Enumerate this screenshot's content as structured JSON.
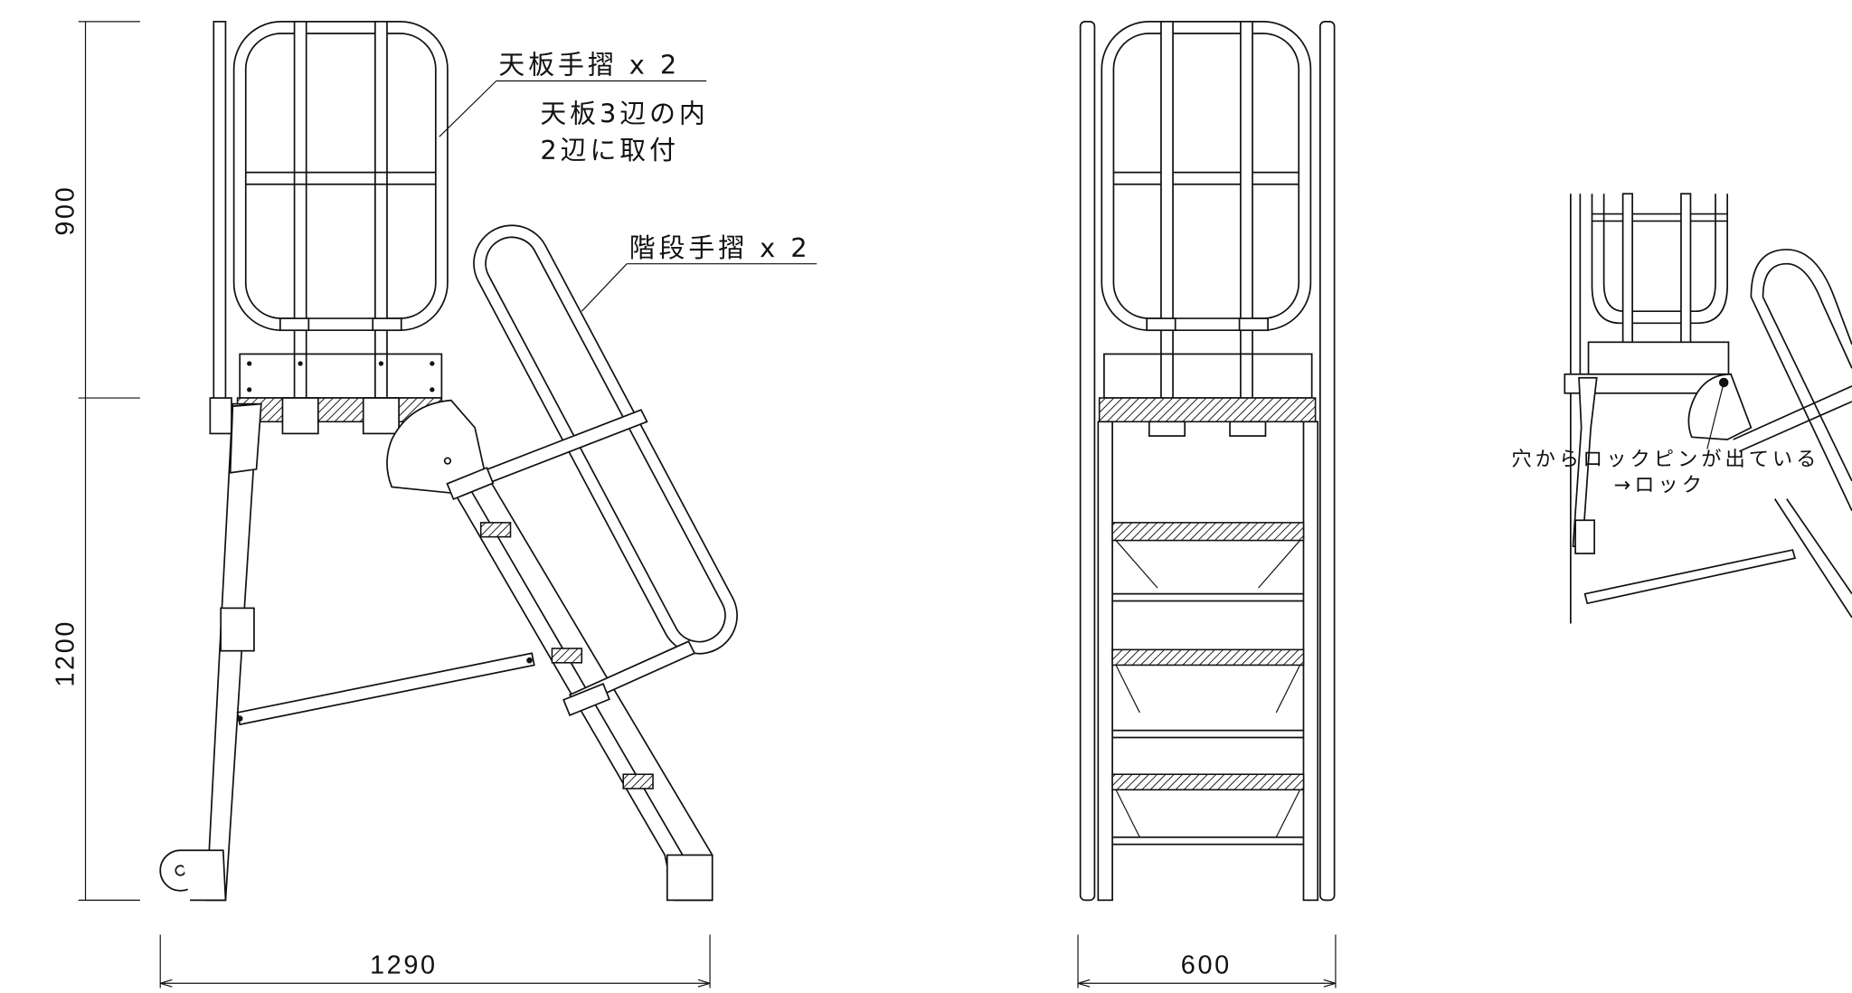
{
  "side_view": {
    "label_top_rail": "天板手摺 x 2",
    "note_line1": "天板3辺の内",
    "note_line2": "2辺に取付",
    "label_stair_rail": "階段手摺 x 2",
    "dim_upper": "900",
    "dim_lower": "1200",
    "dim_width": "1290"
  },
  "front_view": {
    "dim_width": "600"
  },
  "detail_view": {
    "note_line1": "穴からロックピンが出ている",
    "note_line2": "→ロック"
  },
  "colors": {
    "line": "#111111",
    "background": "#ffffff"
  }
}
